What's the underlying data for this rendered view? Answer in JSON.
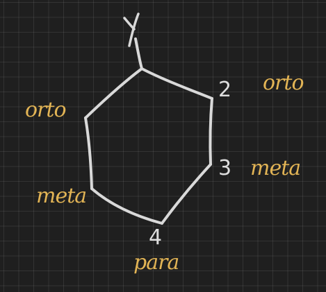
{
  "substituent": "Y",
  "positions": [
    {
      "number": "2",
      "name": "orto"
    },
    {
      "number": "3",
      "name": "meta"
    },
    {
      "number": "4",
      "name": "para"
    }
  ],
  "left_labels": {
    "upper": "orto",
    "lower": "meta"
  },
  "colors": {
    "background": "#1f1f1f",
    "grid": "#3a3a3a",
    "ring_stroke": "#d9d9d9",
    "annotation": "#e2b455"
  }
}
